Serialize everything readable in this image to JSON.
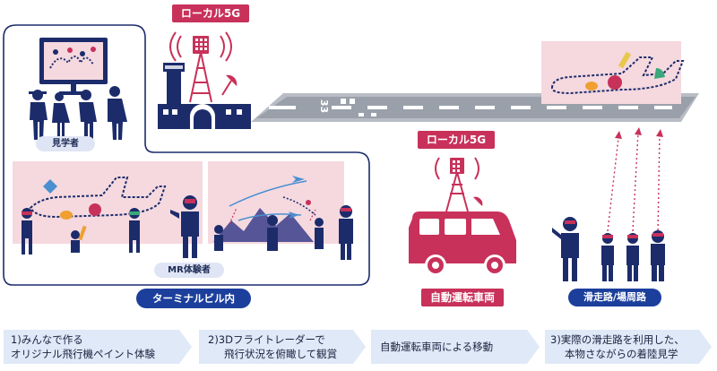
{
  "tags": {
    "local5g_top": "ローカル5G",
    "local5g_mid": "ローカル5G"
  },
  "labels": {
    "visitors": "見学者",
    "mr_users": "MR体験者",
    "terminal": "ターミナルビル内",
    "autonomous_vehicle": "自動運転車両",
    "runway_area": "滑走路/場周路"
  },
  "runway_marking": "33",
  "steps": [
    {
      "line1": "1)みんなで作る",
      "line2": "オリジナル飛行機ペイント体験"
    },
    {
      "line1": "2)3Dフライトレーダーで",
      "line2": "飛行状況を俯瞰して観賞"
    },
    {
      "line1": "自動運転車両による移動",
      "line2": ""
    },
    {
      "line1": "3)実際の滑走路を利用した、",
      "line2": "本物さながらの着陸見学"
    }
  ],
  "colors": {
    "navy": "#1c2c6b",
    "accent": "#c8315a",
    "pill": "#1c3f9c",
    "pink": "#f5d9df"
  }
}
